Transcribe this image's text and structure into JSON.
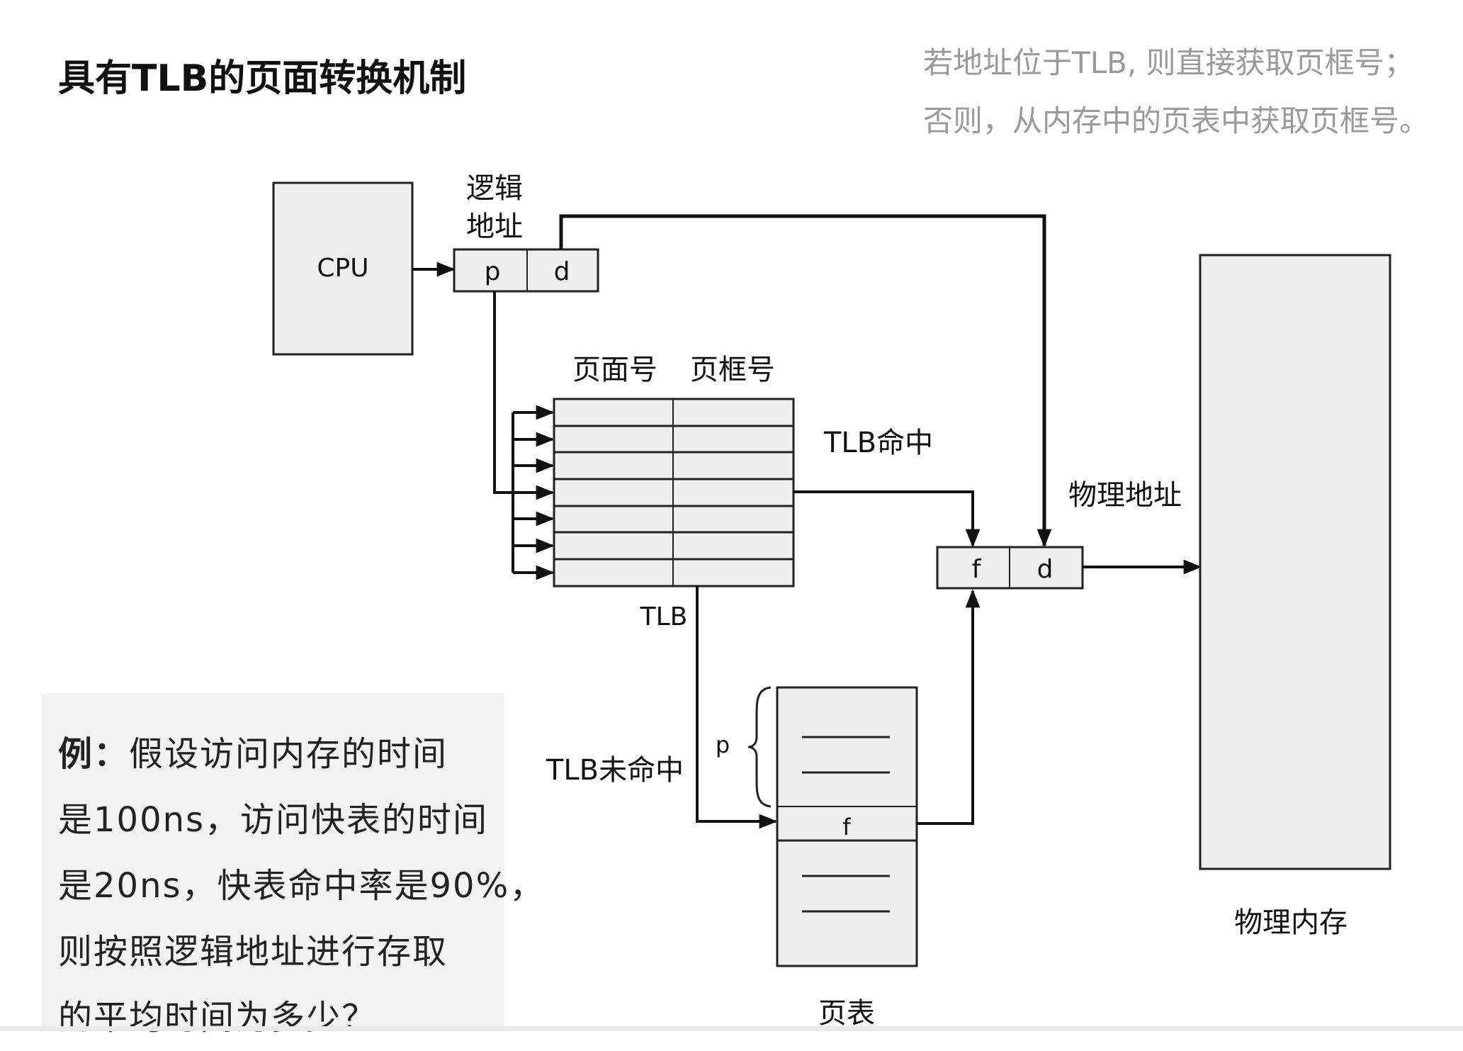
{
  "title": "具有TLB的页面转换机制",
  "note": {
    "line1": "若地址位于TLB, 则直接获取页框号；",
    "line2": "否则，从内存中的页表中获取页框号。"
  },
  "diagram": {
    "cpu": "CPU",
    "logical_address_line1": "逻辑",
    "logical_address_line2": "地址",
    "p": "p",
    "d": "d",
    "page_number": "页面号",
    "frame_number": "页框号",
    "tlb": "TLB",
    "tlb_hit": "TLB命中",
    "tlb_miss": "TLB未命中",
    "physical_address": "物理地址",
    "f": "f",
    "page_table_p": "p",
    "page_table_f": "f",
    "page_table": "页表",
    "physical_memory": "物理内存"
  },
  "example": {
    "lead": "例：",
    "line1": "假设访问内存的时间",
    "line2": "是100ns，访问快表的时间",
    "line3": "是20ns，快表命中率是90%，",
    "line4": "则按照逻辑地址进行存取",
    "line5": "的平均时间为多少？"
  }
}
